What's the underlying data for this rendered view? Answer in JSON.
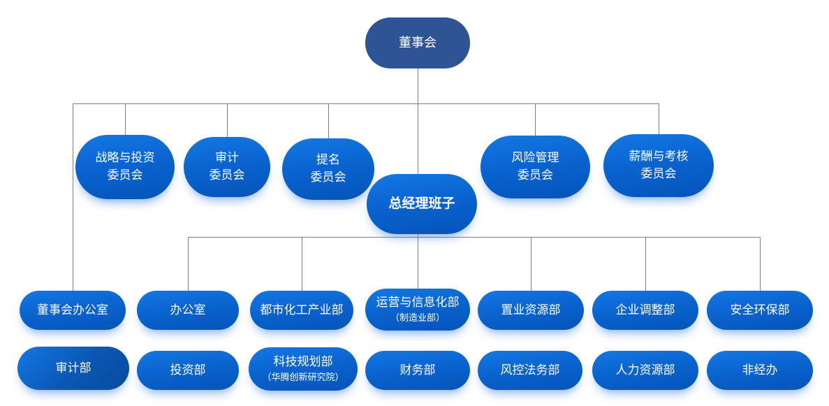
{
  "org": {
    "board": {
      "label": "董事会"
    },
    "committees": [
      {
        "lines": [
          "战略与投资",
          "委员会"
        ]
      },
      {
        "lines": [
          "审计",
          "委员会"
        ]
      },
      {
        "lines": [
          "提名",
          "委员会"
        ]
      },
      {
        "lines": [
          "风险管理",
          "委员会"
        ]
      },
      {
        "lines": [
          "薪酬与考核",
          "委员会"
        ]
      }
    ],
    "gm": {
      "label": "总经理班子"
    },
    "row1": [
      {
        "label": "董事会办公室"
      },
      {
        "label": "办公室"
      },
      {
        "label": "都市化工产业部"
      },
      {
        "label": "运营与信息化部",
        "sublabel": "（制造业部）"
      },
      {
        "label": "置业资源部"
      },
      {
        "label": "企业调整部"
      },
      {
        "label": "安全环保部"
      }
    ],
    "row2": [
      {
        "label": "审计部"
      },
      {
        "label": "投资部"
      },
      {
        "label": "科技规划部",
        "sublabel": "（华腾创新研究院）"
      },
      {
        "label": "财务部"
      },
      {
        "label": "风控法务部"
      },
      {
        "label": "人力资源部"
      },
      {
        "label": "非经办"
      }
    ],
    "colors": {
      "board_fill": "#2f5496",
      "node_gradient_top": "#1478e4",
      "node_gradient_bottom": "#0554b9",
      "audit_dept_dark": "#094a9e",
      "connector": "#7f7f7f",
      "text": "#ffffff",
      "background": "#ffffff"
    }
  }
}
